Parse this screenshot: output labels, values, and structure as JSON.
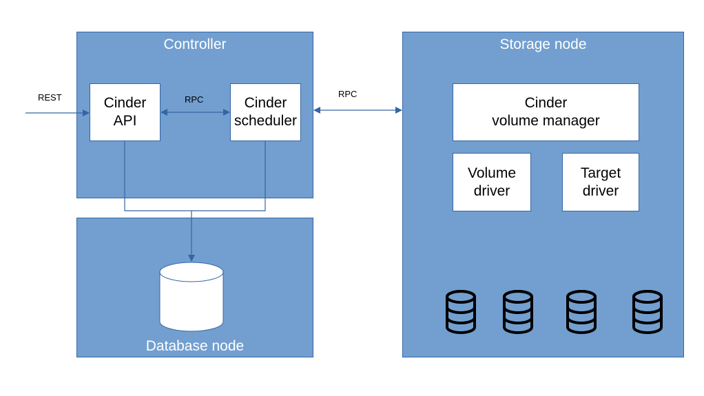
{
  "controller": {
    "title": "Controller",
    "cinder_api": {
      "line1": "Cinder",
      "line2": "API"
    },
    "cinder_scheduler": {
      "line1": "Cinder",
      "line2": "scheduler"
    },
    "rpc_label": "RPC"
  },
  "rest_label": "REST",
  "inter_rpc_label": "RPC",
  "database_node": {
    "title": "Database node"
  },
  "storage_node": {
    "title": "Storage node",
    "volume_manager": {
      "line1": "Cinder",
      "line2": "volume manager"
    },
    "volume_driver": {
      "line1": "Volume",
      "line2": "driver"
    },
    "target_driver": {
      "line1": "Target",
      "line2": "driver"
    },
    "disk_icons": [
      "disk-icon",
      "disk-icon",
      "disk-icon",
      "disk-icon"
    ]
  },
  "colors": {
    "panel_fill": "#729fcf",
    "panel_border": "#3465a4",
    "connector": "#3465a4"
  }
}
